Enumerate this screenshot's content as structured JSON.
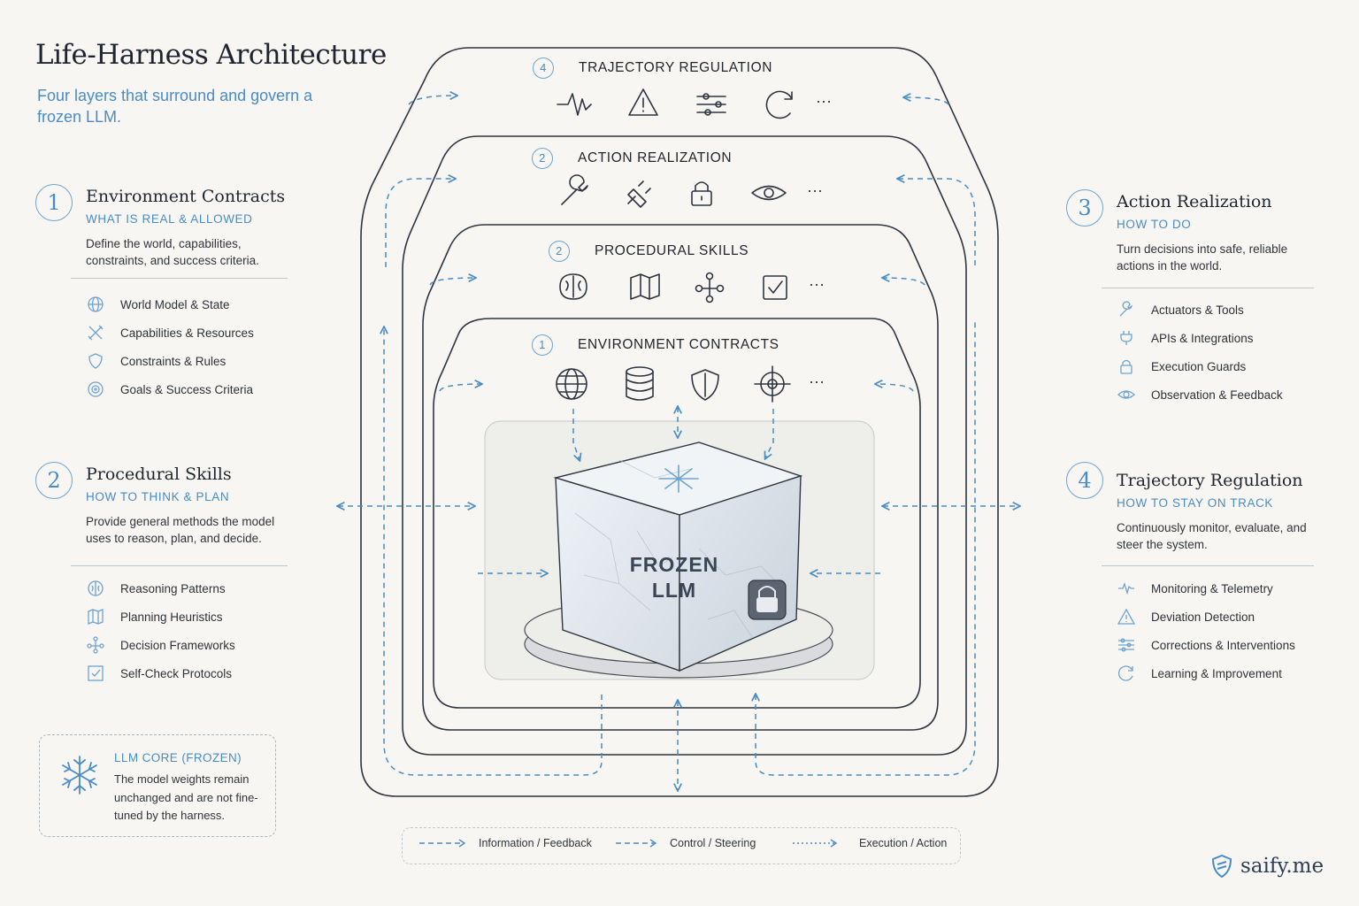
{
  "header": {
    "title": "Life-Harness Architecture",
    "subtitle": "Four layers that surround and govern a frozen LLM."
  },
  "sections": [
    {
      "number": "1",
      "title": "Environment Contracts",
      "tagline": "WHAT IS REAL & ALLOWED",
      "description": "Define the world, capabilities, constraints, and success criteria.",
      "items": [
        {
          "icon": "globe-icon",
          "label": "World Model & State"
        },
        {
          "icon": "tools-icon",
          "label": "Capabilities & Resources"
        },
        {
          "icon": "shield-icon",
          "label": "Constraints & Rules"
        },
        {
          "icon": "target-icon",
          "label": "Goals & Success Criteria"
        }
      ]
    },
    {
      "number": "2",
      "title": "Procedural Skills",
      "tagline": "HOW TO THINK & PLAN",
      "description": "Provide general methods the model uses to reason, plan, and decide.",
      "items": [
        {
          "icon": "brain-icon",
          "label": "Reasoning Patterns"
        },
        {
          "icon": "map-icon",
          "label": "Planning Heuristics"
        },
        {
          "icon": "network-icon",
          "label": "Decision Frameworks"
        },
        {
          "icon": "checkbox-icon",
          "label": "Self-Check Protocols"
        }
      ]
    },
    {
      "number": "3",
      "title": "Action Realization",
      "tagline": "HOW TO DO",
      "description": "Turn decisions into safe, reliable actions in the world.",
      "items": [
        {
          "icon": "wrench-icon",
          "label": "Actuators & Tools"
        },
        {
          "icon": "plug-icon",
          "label": "APIs & Integrations"
        },
        {
          "icon": "lock-icon",
          "label": "Execution Guards"
        },
        {
          "icon": "eye-icon",
          "label": "Observation & Feedback"
        }
      ]
    },
    {
      "number": "4",
      "title": "Trajectory Regulation",
      "tagline": "HOW TO STAY ON TRACK",
      "description": "Continuously monitor, evaluate, and steer the system.",
      "items": [
        {
          "icon": "pulse-icon",
          "label": "Monitoring & Telemetry"
        },
        {
          "icon": "warning-icon",
          "label": "Deviation Detection"
        },
        {
          "icon": "sliders-icon",
          "label": "Corrections & Interventions"
        },
        {
          "icon": "refresh-icon",
          "label": "Learning & Improvement"
        }
      ]
    }
  ],
  "layers": [
    {
      "number": "4",
      "label": "TRAJECTORY REGULATION"
    },
    {
      "number": "2",
      "label": "ACTION REALIZATION"
    },
    {
      "number": "2",
      "label": "PROCEDURAL SKILLS"
    },
    {
      "number": "1",
      "label": "ENVIRONMENT CONTRACTS"
    }
  ],
  "ellipsis": "···",
  "core": {
    "label": "FROZEN LLM",
    "line1": "FROZEN",
    "line2": "LLM"
  },
  "core_note": {
    "title": "LLM CORE (FROZEN)",
    "text": "The model weights remain unchanged and are not fine-tuned by the harness."
  },
  "legend": [
    {
      "style": "dashed",
      "label": "Information / Feedback"
    },
    {
      "style": "dashed",
      "label": "Control / Steering"
    },
    {
      "style": "dotted",
      "label": "Execution / Action"
    }
  ],
  "brand": "saify.me",
  "colors": {
    "accent": "#4a8cc4",
    "line": "#2f3540",
    "background": "#f7f6f2"
  }
}
